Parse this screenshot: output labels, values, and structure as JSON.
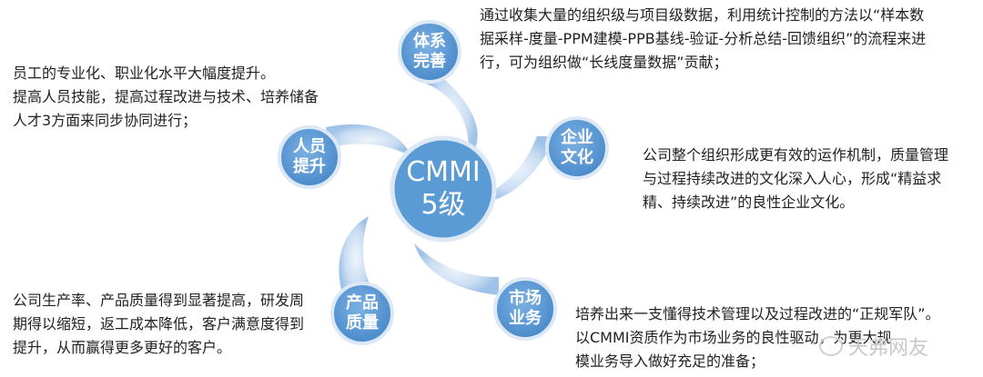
{
  "center": {
    "label": "CMMI\n5级"
  },
  "nodes": {
    "system": {
      "label": "体系\n完善"
    },
    "culture": {
      "label": "企业\n文化"
    },
    "market": {
      "label": "市场\n业务"
    },
    "quality": {
      "label": "产品\n质量"
    },
    "staff": {
      "label": "人员\n提升"
    }
  },
  "texts": {
    "system": "通过收集大量的组织级与项目级数据，利用统计控制的方法以“样本数\n据采样-度量-PPM建模-PPB基线-验证-分析总结-回馈组织”的流程来进\n行，可为组织做“长线度量数据”贡献；",
    "staff": "员工的专业化、职业化水平大幅度提升。\n提高人员技能，提高过程改进与技术、培养储备\n人才3方面来同步协同进行；",
    "culture": "公司整个组织形成更有效的运作机制，质量管理\n与过程持续改进的文化深入人心，形成“精益求\n精、持续改进”的良性企业文化。",
    "quality": "公司生产率、产品质量得到显著提高，研发周\n期得以缩短，返工成本降低，客户满意度得到\n提升，从而赢得更多更好的客户。",
    "market": "培养出来一支懂得技术管理以及过程改进的“正规军队”。\n以CMMI资质作为市场业务的良性驱动，为更大规\n模业务导入做好充足的准备；"
  },
  "watermark": "天弗网友",
  "colors": {
    "circle_fill": "#5b9bd5",
    "circle_edge": "#dce8f5",
    "swirl_light": "#eaf2fb",
    "swirl_mid": "#b9d3ee",
    "swirl_dark": "#8db7e3"
  }
}
